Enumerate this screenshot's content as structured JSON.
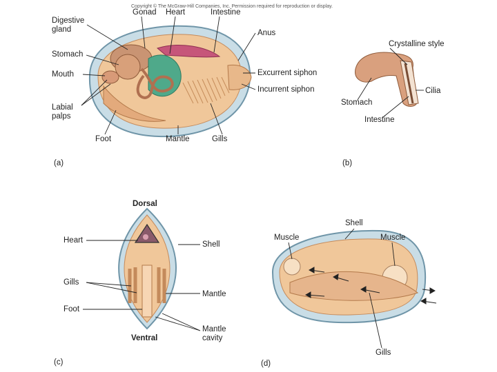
{
  "copyright": "Copyright © The McGraw-Hill Companies, Inc. Permission required for reproduction or display.",
  "panel_a": {
    "letter": "(a)",
    "labels": {
      "digestive_gland": "Digestive\ngland",
      "gonad": "Gonad",
      "heart": "Heart",
      "intestine": "Intestine",
      "anus": "Anus",
      "stomach": "Stomach",
      "mouth": "Mouth",
      "labial_palps": "Labial\npalps",
      "excurrent_siphon": "Excurrent siphon",
      "incurrent_siphon": "Incurrent siphon",
      "foot": "Foot",
      "mantle": "Mantle",
      "gills": "Gills"
    }
  },
  "panel_b": {
    "letter": "(b)",
    "labels": {
      "crystalline_style": "Crystalline style",
      "cilia": "Cilia",
      "stomach": "Stomach",
      "intestine": "Intestine"
    }
  },
  "panel_c": {
    "letter": "(c)",
    "labels": {
      "dorsal": "Dorsal",
      "ventral": "Ventral",
      "heart": "Heart",
      "shell": "Shell",
      "gills": "Gills",
      "mantle": "Mantle",
      "foot": "Foot",
      "mantle_cavity": "Mantle\ncavity"
    }
  },
  "panel_d": {
    "letter": "(d)",
    "labels": {
      "shell": "Shell",
      "muscle_left": "Muscle",
      "muscle_right": "Muscle",
      "gills": "Gills"
    }
  },
  "colors": {
    "shell": "#c9dde6",
    "shell_edge": "#6f95a8",
    "body": "#f0c79a",
    "body_dark": "#d9a574",
    "digestive": "#c99473",
    "heart": "#4fa98a",
    "gonad": "#c6567a",
    "line": "#222222"
  }
}
